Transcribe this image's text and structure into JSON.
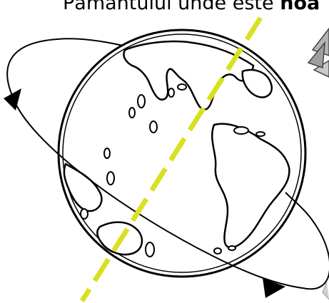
{
  "caption": {
    "text": "Pământului unde este",
    "emphasis": "noa"
  },
  "illustration": {
    "subject": "earth-globe",
    "elements": [
      "orbit-ellipse",
      "rotation-axis",
      "sun"
    ],
    "axis_color": "#d9e021",
    "outline_color": "#000000",
    "sun_color": "#b3b3b3"
  }
}
